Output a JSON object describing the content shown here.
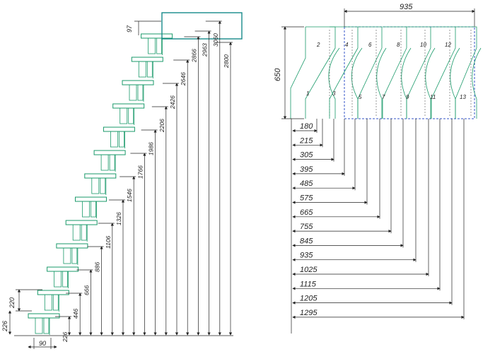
{
  "side_view": {
    "step_height": "220",
    "bottom_height": "226",
    "top_offset": "97",
    "width": "90",
    "heights": [
      "226",
      "446",
      "666",
      "886",
      "1106",
      "1326",
      "1546",
      "1766",
      "1986",
      "2206",
      "2426",
      "2646",
      "2866",
      "2963",
      "3060",
      "2800"
    ]
  },
  "plan_view": {
    "total_length": "935",
    "width": "650",
    "step_numbers": [
      "1",
      "2",
      "3",
      "4",
      "5",
      "6",
      "7",
      "8",
      "9",
      "10",
      "11",
      "12",
      "13"
    ],
    "lengths": [
      "180",
      "215",
      "305",
      "395",
      "485",
      "575",
      "665",
      "755",
      "845",
      "935",
      "1025",
      "1115",
      "1205",
      "1295"
    ]
  },
  "colors": {
    "outline": "#1a9a6a",
    "frame": "#168a8a",
    "frame_blue": "#3555c8",
    "dimension": "#222222"
  }
}
